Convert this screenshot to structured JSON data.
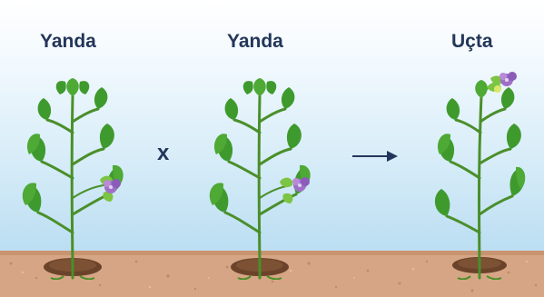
{
  "labels": {
    "left": "Yanda",
    "middle": "Yanda",
    "right": "Uçta"
  },
  "operator": "x",
  "colors": {
    "sky_top": "#ffffff",
    "sky_bottom": "#b7dbf1",
    "soil": "#d6a585",
    "soil_dark": "#5b3a24",
    "leaf": "#3f9a2e",
    "leaf_light": "#7cc443",
    "stem": "#4a8f2a",
    "flower": "#a070c8",
    "text": "#23365a"
  },
  "icons": [
    "plant-axial-flower-icon",
    "plant-terminal-flower-icon",
    "cross-symbol",
    "arrow-right-icon"
  ]
}
